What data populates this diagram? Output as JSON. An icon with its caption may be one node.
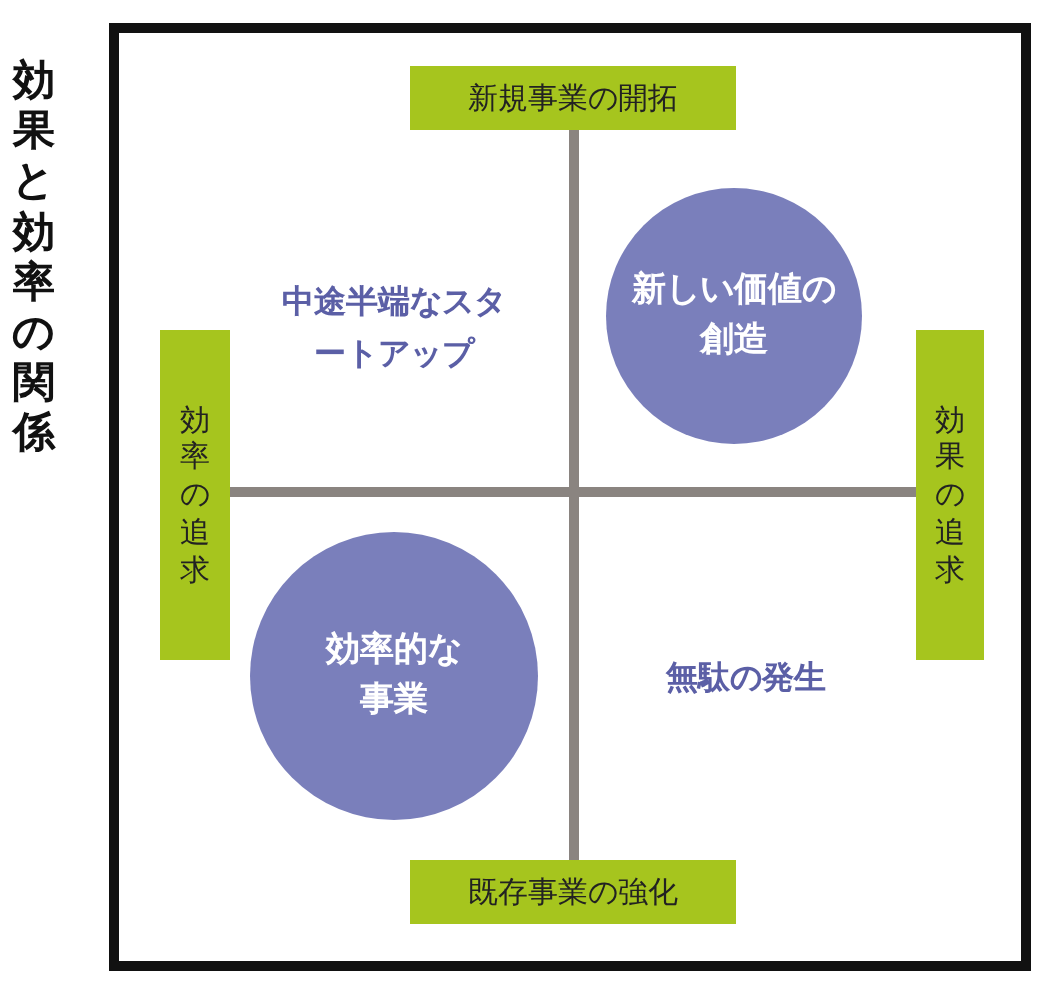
{
  "diagram": {
    "title": "効果と効率の関係",
    "nodes": [
      {
        "text": [
          "新規事業の開拓"
        ]
      },
      {
        "text": [
          "新しい価値の創造"
        ]
      },
      {
        "text": [
          "効率の追求"
        ]
      },
      {
        "text": [
          "効果の追求"
        ]
      },
      {
        "text": [
          "効率的な事業"
        ]
      },
      {
        "text": [
          "既存事業の強化"
        ]
      }
    ],
    "labels": [
      "中途半端なスタートアップ",
      "無駄の発生"
    ]
  }
}
